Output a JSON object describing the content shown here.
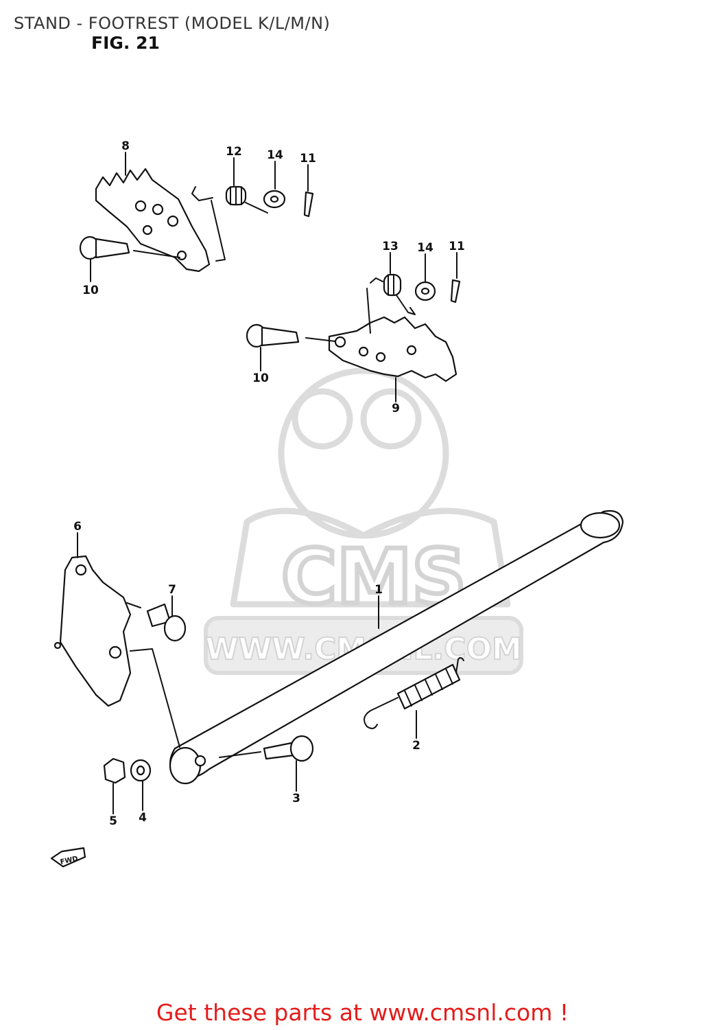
{
  "header": {
    "title": "STAND - FOOTREST (MODEL K/L/M/N)",
    "figure": "FIG. 21"
  },
  "callouts": [
    "1",
    "2",
    "3",
    "4",
    "5",
    "6",
    "7",
    "8",
    "9",
    "10",
    "10",
    "11",
    "11",
    "12",
    "13",
    "14",
    "14"
  ],
  "watermark": {
    "brand": "CMS",
    "url": "WWW.CMSNL.COM"
  },
  "direction_marker": "FWD",
  "footer": {
    "cta": "Get these parts at www.cmsnl.com !"
  },
  "colors": {
    "cta": "#e41b1b",
    "watermark": "#dcdcdc",
    "lines": "#111111"
  }
}
